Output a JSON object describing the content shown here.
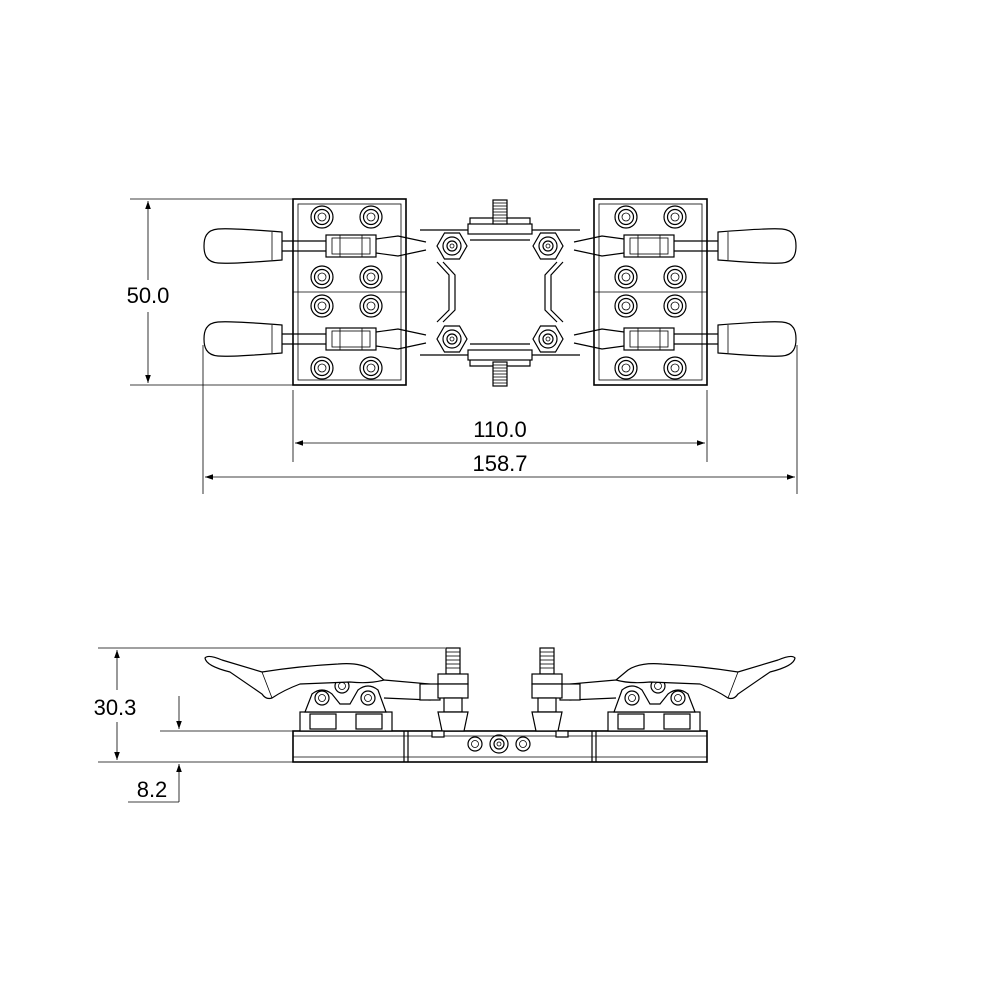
{
  "dimensions": {
    "top_height": "50.0",
    "inner_width": "110.0",
    "overall_width": "158.7",
    "side_height": "30.3",
    "base_height": "8.2"
  },
  "colors": {
    "line": "#000000",
    "background": "#ffffff"
  }
}
